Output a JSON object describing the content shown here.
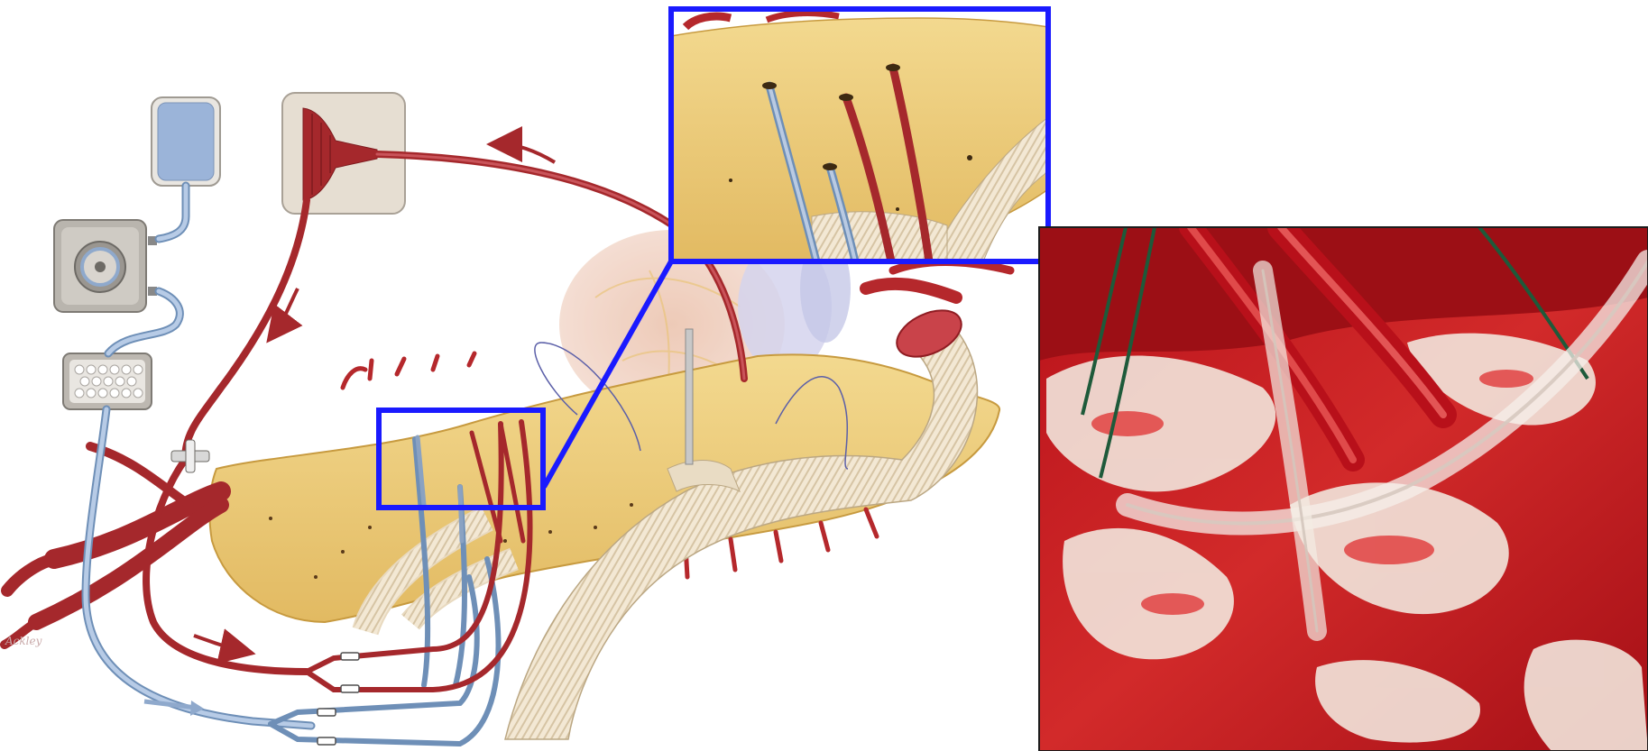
{
  "figure": {
    "signature_text": "Ackley",
    "colors": {
      "arterial_red": "#a5282c",
      "arterial_dark": "#7e1b1f",
      "perfusion_blue": "#9bb4d3",
      "perfusion_blue_dark": "#6e8fb7",
      "aortic_wall": "#e9c877",
      "aortic_wall_edge": "#c79a3f",
      "graft": "#efe3cf",
      "callout_frame": "#1a1aff",
      "device_box": "#e6ded2",
      "surgical_field": "#c8181e"
    },
    "icons": [
      "iv-bag-icon",
      "roller-pump-icon",
      "oxygenator-filter-icon",
      "reservoir-funnel-icon",
      "flow-arrow-icon",
      "stopcock-icon"
    ],
    "panels": [
      "schematic-illustration",
      "magnified-inset",
      "intraoperative-photo"
    ]
  }
}
